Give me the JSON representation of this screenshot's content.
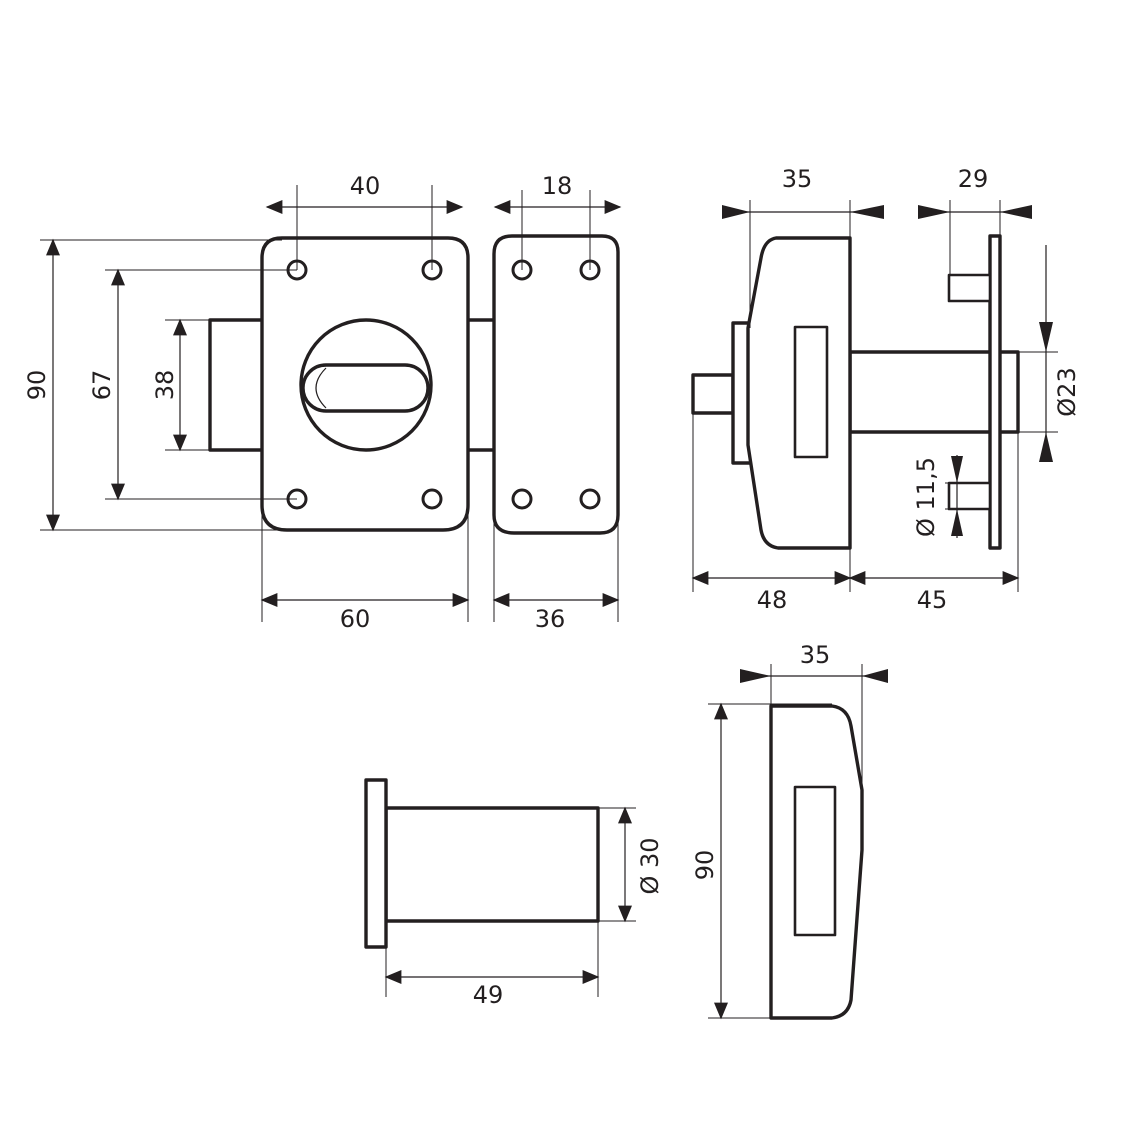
{
  "front_view": {
    "dim_width": "60",
    "dim_hole_spacing": "40",
    "dim_height": "90",
    "dim_hole_height": "67",
    "dim_bolt_height": "38"
  },
  "keeper_view": {
    "dim_width": "36",
    "dim_hole_spacing": "18"
  },
  "side_view": {
    "dim_body_depth": "35",
    "dim_plate_depth": "29",
    "dim_overall_left": "48",
    "dim_overall_right": "45",
    "dim_cylinder_diameter": "Ø23",
    "dim_pin_diameter": "Ø 11,5"
  },
  "cylinder_view": {
    "dim_length": "49",
    "dim_diameter": "Ø 30"
  },
  "keeper_side_view": {
    "dim_depth": "35",
    "dim_height": "90"
  }
}
